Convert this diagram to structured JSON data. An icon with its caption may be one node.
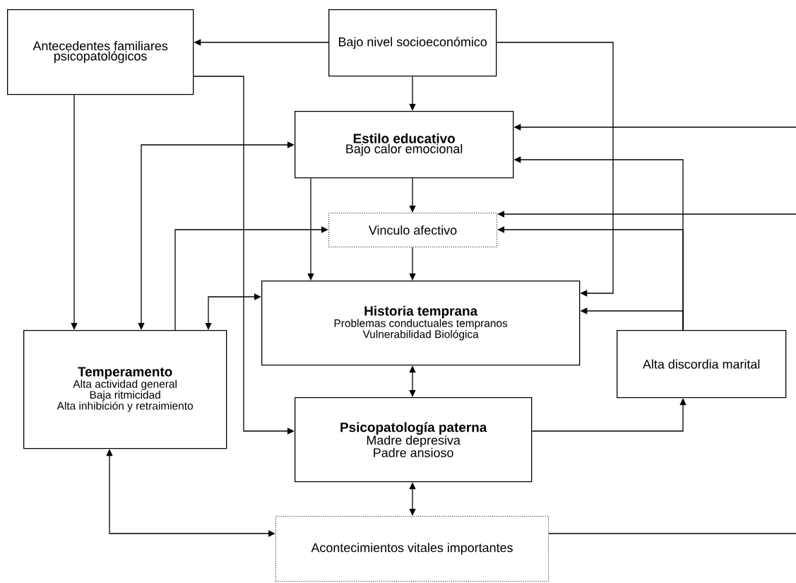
{
  "diagram": {
    "nodes": [
      {
        "text": [
          "Antecedentes familiares psicopatológicos"
        ]
      },
      {
        "text": [
          "Bajo nivel socioeconómico"
        ]
      },
      {
        "text": [
          "Estilo educativo",
          "Bajo calor emocional"
        ]
      },
      {
        "text": [
          "Vinculo afectivo"
        ]
      },
      {
        "text": [
          "Historia temprana",
          "Problemas conductuales tempranos",
          "Vulnerabilidad Biológica"
        ]
      },
      {
        "text": [
          "Temperamento",
          "Alta actividad general",
          "Baja ritmicidad",
          "Alta inhibición y retraimiento"
        ]
      },
      {
        "text": [
          "Alta discordia marital"
        ]
      },
      {
        "text": [
          "Psicopatología paterna",
          "Madre depresiva",
          "Padre ansioso"
        ]
      },
      {
        "text": [
          "Acontecimientos vitales importantes"
        ]
      }
    ],
    "edges": [
      {
        "from": 1,
        "to": 0,
        "arrow": "to"
      },
      {
        "from": 1,
        "to": 2,
        "arrow": "to"
      },
      {
        "from": 1,
        "to": 4,
        "arrow": "to"
      },
      {
        "from": 0,
        "to": 5,
        "arrow": "to"
      },
      {
        "from": 0,
        "to": 7,
        "arrow": "to"
      },
      {
        "from": 2,
        "to": 5,
        "arrow": "both"
      },
      {
        "from": 5,
        "to": 3,
        "arrow": "to"
      },
      {
        "from": 2,
        "to": 3,
        "arrow": "to"
      },
      {
        "from": 2,
        "to": 4,
        "arrow": "to"
      },
      {
        "from": 3,
        "to": 4,
        "arrow": "to"
      },
      {
        "from": 5,
        "to": 4,
        "arrow": "both"
      },
      {
        "from": 6,
        "to": 2,
        "arrow": "to"
      },
      {
        "from": 6,
        "to": 3,
        "arrow": "to"
      },
      {
        "from": 6,
        "to": 4,
        "arrow": "to"
      },
      {
        "from": null,
        "to": 2,
        "arrow": "to"
      },
      {
        "from": null,
        "to": 3,
        "arrow": "to"
      },
      {
        "from": 4,
        "to": 7,
        "arrow": "both"
      },
      {
        "from": 7,
        "to": 6,
        "arrow": "to"
      },
      {
        "from": 7,
        "to": 8,
        "arrow": "both"
      },
      {
        "from": 5,
        "to": 8,
        "arrow": "both"
      },
      {
        "from": 8,
        "to": null,
        "arrow": "none"
      }
    ]
  }
}
